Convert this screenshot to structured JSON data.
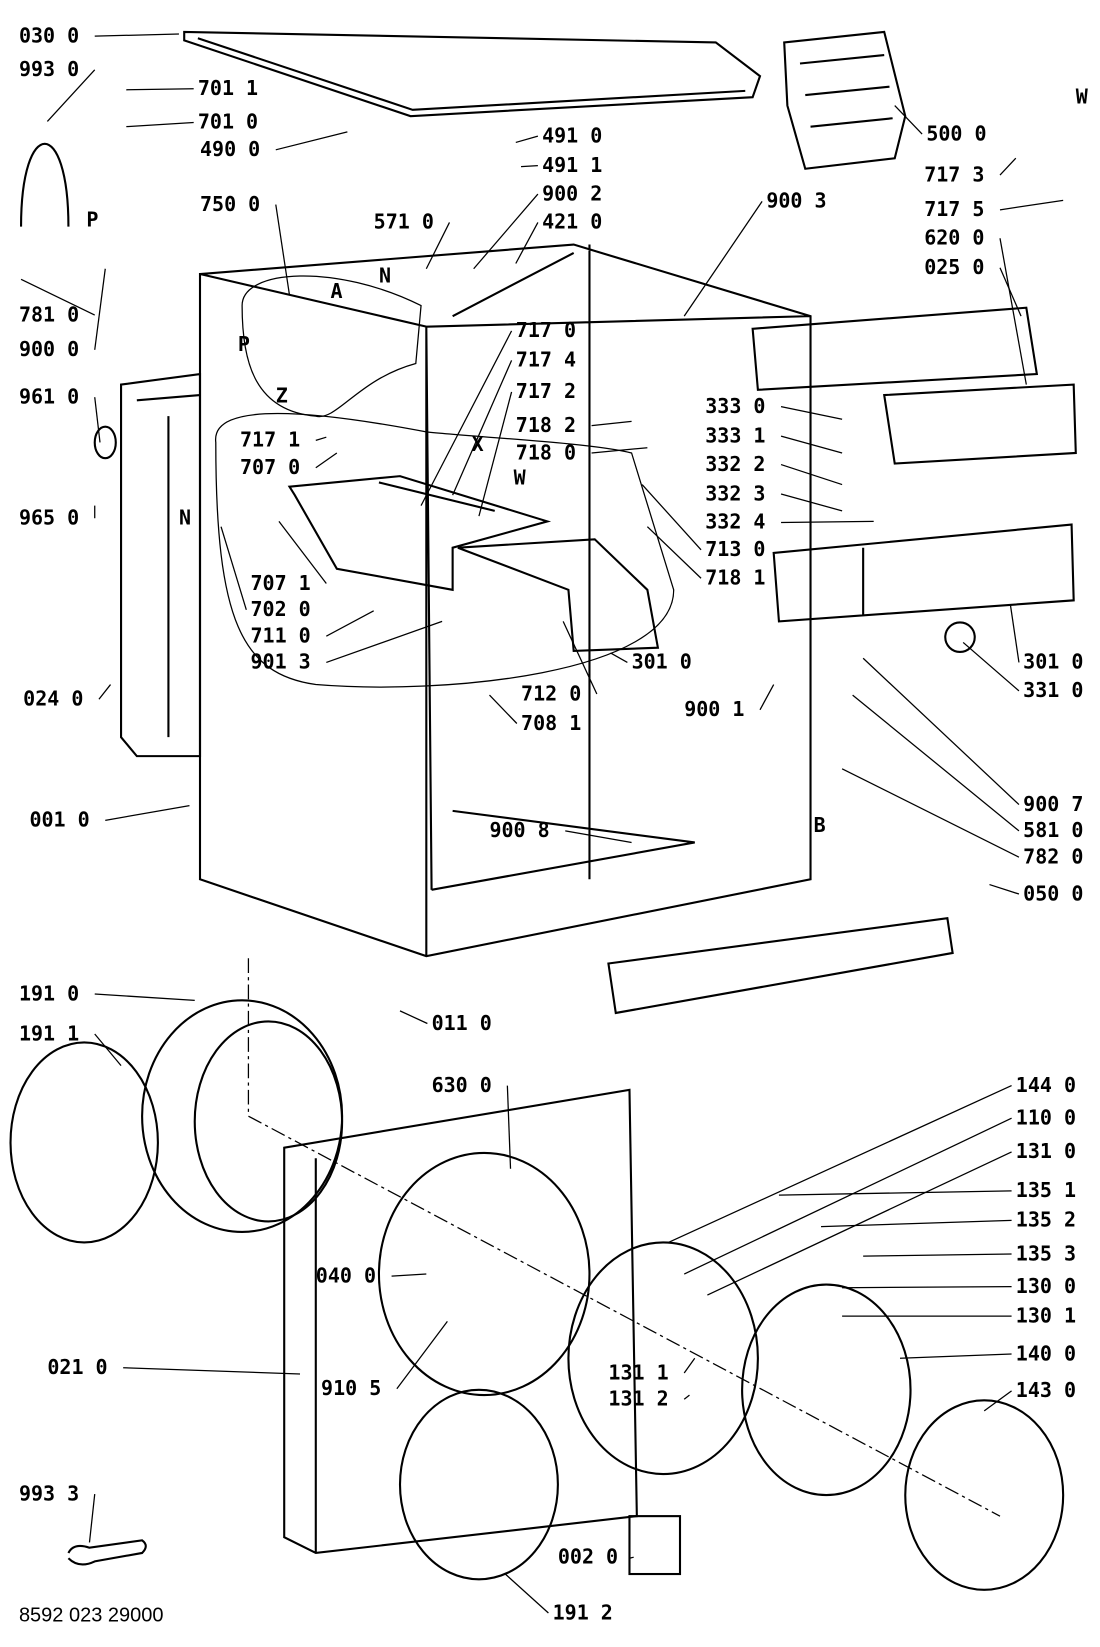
{
  "diagram": {
    "part_labels": [
      "030 0",
      "993 0",
      "701 1",
      "701 0",
      "490 0",
      "491 0",
      "491 1",
      "500 0",
      "717 3",
      "717 5",
      "620 0",
      "025 0",
      "750 0",
      "571 0",
      "900 2",
      "421 0",
      "900 3",
      "781 0",
      "900 0",
      "961 0",
      "965 0",
      "717 0",
      "717 4",
      "717 2",
      "718 2",
      "718 0",
      "717 1",
      "707 0",
      "333 0",
      "333 1",
      "332 2",
      "332 3",
      "332 4",
      "713 0",
      "718 1",
      "707 1",
      "702 0",
      "711 0",
      "901 3",
      "301 0",
      "712 0",
      "708 1",
      "900 1",
      "301 0",
      "331 0",
      "024 0",
      "001 0",
      "900 8",
      "900 7",
      "581 0",
      "782 0",
      "050 0",
      "191 0",
      "191 1",
      "011 0",
      "630 0",
      "144 0",
      "110 0",
      "131 0",
      "135 1",
      "135 2",
      "135 3",
      "130 0",
      "130 1",
      "040 0",
      "021 0",
      "910 5",
      "131 1",
      "131 2",
      "140 0",
      "143 0",
      "993 3",
      "002 0",
      "191 2"
    ],
    "callout_letters": [
      "W",
      "P",
      "P",
      "A",
      "N",
      "Z",
      "X",
      "W",
      "N",
      "B"
    ],
    "drawing_number": "8592 023 29000"
  }
}
